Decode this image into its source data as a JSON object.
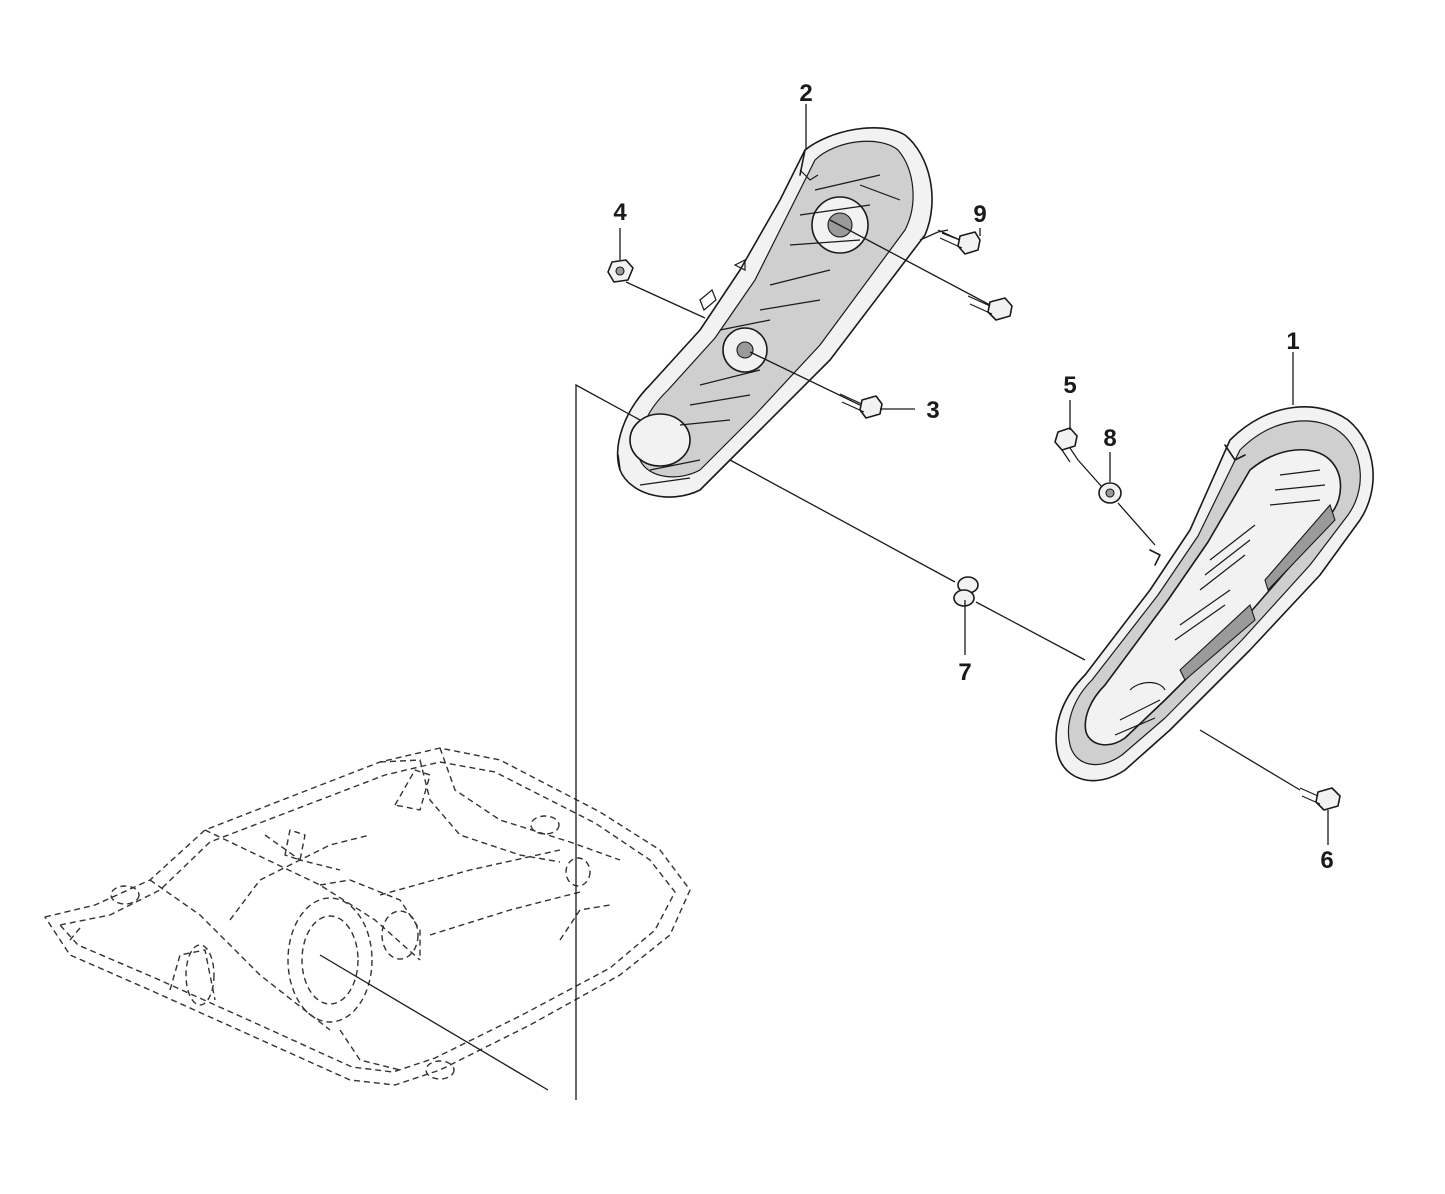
{
  "callouts": [
    {
      "id": "1",
      "label": "1"
    },
    {
      "id": "2",
      "label": "2"
    },
    {
      "id": "3",
      "label": "3"
    },
    {
      "id": "4",
      "label": "4"
    },
    {
      "id": "5",
      "label": "5"
    },
    {
      "id": "6",
      "label": "6"
    },
    {
      "id": "7",
      "label": "7"
    },
    {
      "id": "8",
      "label": "8"
    },
    {
      "id": "9",
      "label": "9"
    }
  ],
  "colors": {
    "line": "#1a1a1a",
    "background": "#ffffff",
    "part_fill": "#f2f2f2",
    "part_shade": "#cfcfcf"
  }
}
